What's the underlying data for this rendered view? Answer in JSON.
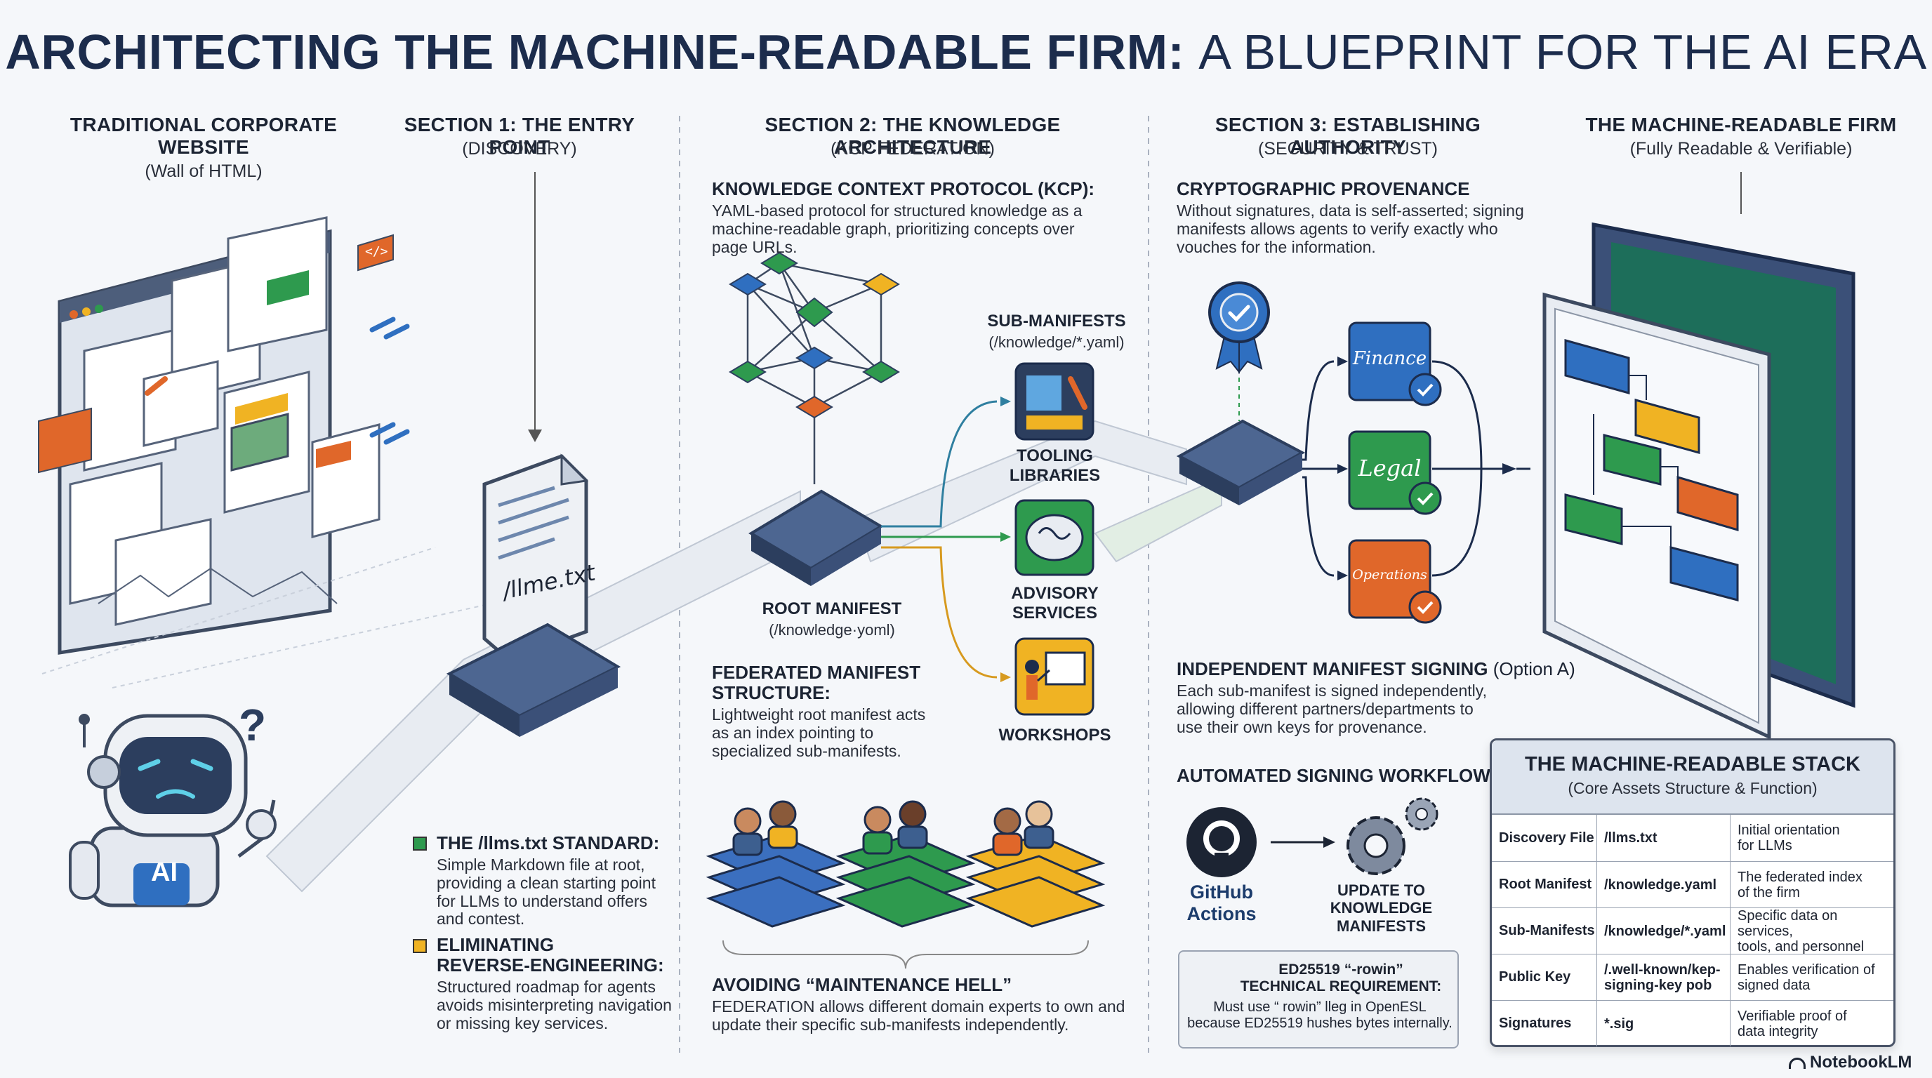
{
  "title": {
    "bold": "ARCHITECTING THE MACHINE-READABLE FIRM:",
    "light": "A BLUEPRINT FOR THE AI ERA"
  },
  "columns": {
    "traditional": {
      "title_1": "TRADITIONAL CORPORATE",
      "title_2": "WEBSITE",
      "subtitle": "(Wall of HTML)"
    },
    "section1": {
      "title": "SECTION 1: THE ENTRY POINT",
      "subtitle": "(DISCOVERY)"
    },
    "section2": {
      "title": "SECTION 2: THE KNOWLEDGE ARCHITECTURE",
      "subtitle": "(KCP FEDERATION)"
    },
    "section3": {
      "title": "SECTION 3: ESTABLISHING AUTHORITY",
      "subtitle": "(SECURITY & TRUST)"
    },
    "machine": {
      "title": "THE MACHINE-READABLE FIRM",
      "subtitle": "(Fully Readable & Verifiable)"
    }
  },
  "llms_file": {
    "label": "/llme.txt"
  },
  "robot": {
    "label": "AI",
    "question": "?"
  },
  "llms_standard": {
    "heading": "THE /llms.txt STANDARD:",
    "body": [
      "Simple Markdown file at root,",
      "providing a clean starting point",
      "for LLMs to understand offers",
      "and contest."
    ]
  },
  "reverse_eng": {
    "heading_1": "ELIMINATING",
    "heading_2": "REVERSE-ENGINEERING:",
    "body": [
      "Structured roadmap for agents",
      "avoids misinterpreting navigation",
      "or missing key services."
    ]
  },
  "kcp": {
    "heading": "KNOWLEDGE CONTEXT PROTOCOL (KCP):",
    "body": [
      "YAML-based protocol for structured knowledge as a",
      "machine-readable graph, prioritizing concepts over",
      "page URLs."
    ]
  },
  "sub_manifests": {
    "title": "SUB-MANIFESTS",
    "path": "(/knowledge/*.yaml)"
  },
  "root_manifest": {
    "title": "ROOT MANIFEST",
    "path": "(/knowledge·yoml)"
  },
  "services": {
    "tooling_1": "TOOLING",
    "tooling_2": "LIBRARIES",
    "advisory_1": "ADVISORY",
    "advisory_2": "SERVICES",
    "workshops": "WORKSHOPS"
  },
  "federated": {
    "heading_1": "FEDERATED MANIFEST",
    "heading_2": "STRUCTURE:",
    "body": [
      "Lightweight root manifest acts",
      "as an index pointing to",
      "specialized sub-manifests."
    ]
  },
  "maintenance": {
    "heading": "AVOIDING “MAINTENANCE HELL”",
    "body": [
      "FEDERATION allows different domain experts to own and",
      "update their specific sub-manifests independently."
    ]
  },
  "provenance": {
    "heading": "CRYPTOGRAPHIC PROVENANCE",
    "body": [
      "Without signatures, data is self-asserted; signing",
      "manifests allows agents to verify exactly who",
      "vouches for the information."
    ]
  },
  "departments": {
    "finance": "Finance",
    "legal": "Legal",
    "operations": "Operations"
  },
  "independent": {
    "heading": "INDEPENDENT MANIFEST SIGNING",
    "option": "(Option A)",
    "body": [
      "Each sub-manifest is signed independently,",
      "allowing different partners/departments to",
      "use their own keys for provenance."
    ]
  },
  "workflows": {
    "heading": "AUTOMATED SIGNING WORKFLOWS",
    "github_1": "GitHub",
    "github_2": "Actions",
    "update_1": "UPDATE TO",
    "update_2": "KNOWLEDGE",
    "update_3": "MANIFESTS"
  },
  "requirement": {
    "line1": "ED25519 “-rowin”",
    "line2": "TECHNICAL REQUIREMENT:",
    "line3": "Must use “ rowin” lleg in OpenESL",
    "line4": "because ED25519 hushes bytes internally."
  },
  "stack": {
    "title": "THE MACHINE-READABLE STACK",
    "subtitle": "(Core Assets Structure & Function)",
    "rows": [
      {
        "name": "Discovery File",
        "path": "/llms.txt",
        "desc_1": "Initial orientation",
        "desc_2": "for LLMs"
      },
      {
        "name": "Root Manifest",
        "path": "/knowledge.yaml",
        "desc_1": "The federated index",
        "desc_2": "of the firm"
      },
      {
        "name": "Sub-Manifests",
        "path": "/knowledge/*.yaml",
        "desc_1": "Specific data on services,",
        "desc_2": "tools, and personnel"
      },
      {
        "name": "Public Key",
        "path": "/.well-known/kep-signing-key pob",
        "desc_1": "Enables verification of",
        "desc_2": "signed data"
      },
      {
        "name": "Signatures",
        "path": "*.sig",
        "desc_1": "Verifiable proof of",
        "desc_2": "data integrity"
      }
    ]
  },
  "brand": "NotebookLM",
  "colors": {
    "blue": "#2f6fc0",
    "green": "#2e9a4e",
    "orange": "#e0672a",
    "yellow": "#f0b323",
    "navy": "#1c2c4c",
    "slate": "#4a6285"
  }
}
